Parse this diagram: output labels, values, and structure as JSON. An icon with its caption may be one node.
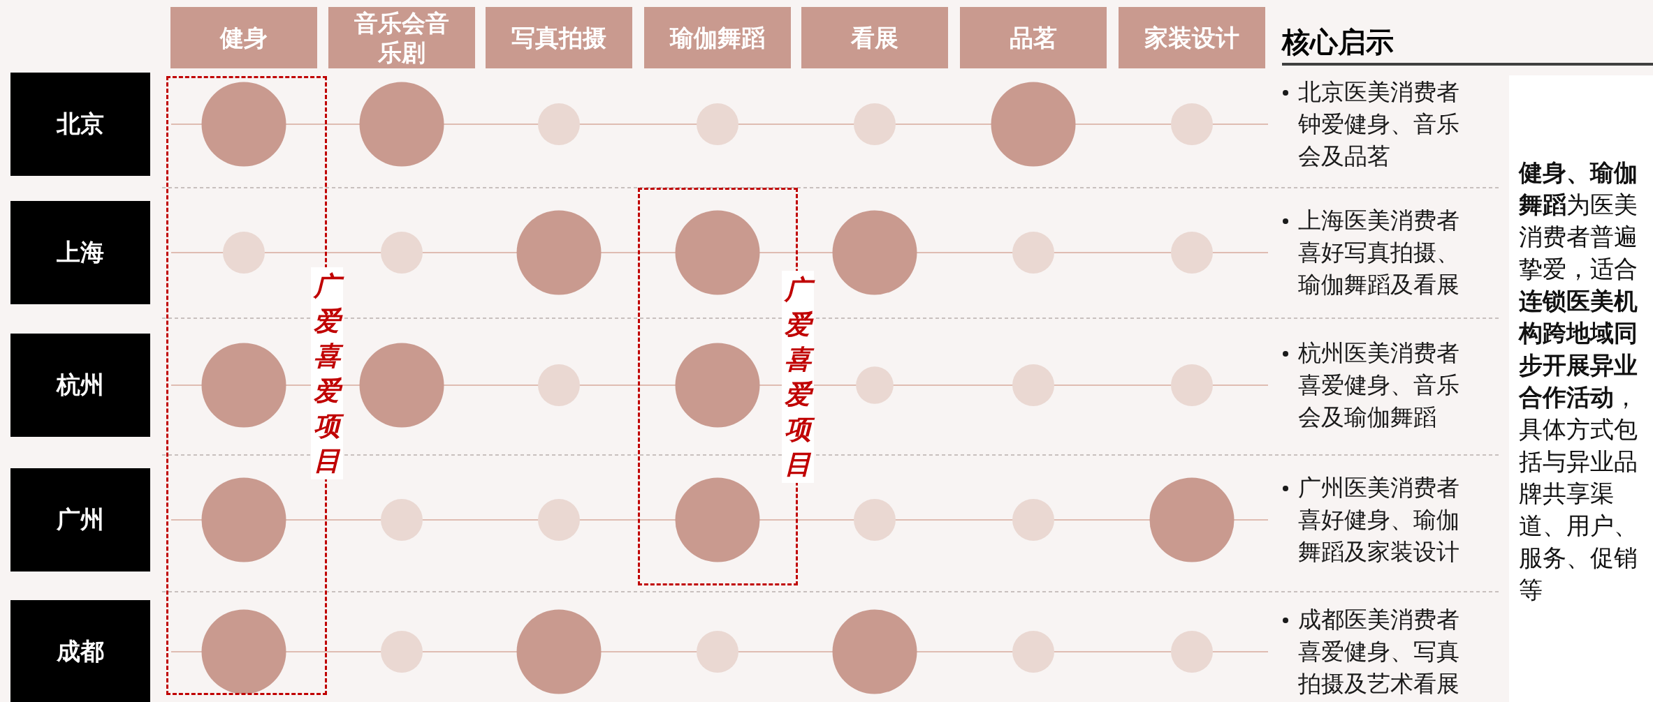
{
  "diagram": {
    "nodes": [
      {
        "text": [
          "广爱喜爱项目"
        ]
      },
      {
        "text": [
          "广爱喜爱项目"
        ]
      }
    ],
    "labels": [
      "健身",
      "音乐会音乐剧",
      "写真拍摄",
      "瑜伽舞蹈",
      "看展",
      "品茗",
      "家装设计",
      "核心启示",
      "北京",
      "北京医美消费者钟爱健身、音乐会及品茗",
      "上海",
      "上海医美消费者喜好写真拍摄、瑜伽舞蹈及看展",
      "杭州",
      "杭州医美消费者喜爱健身、音乐会及瑜伽舞蹈",
      "广州",
      "广州医美消费者喜好健身、瑜伽舞蹈及家装设计",
      "成都",
      "成都医美消费者喜爱健身、写真拍摄及艺术看展",
      "**健身、瑜伽舞蹈**为医美消费者普遍挚爱，适合**连锁医美机构跨地域同步开展异业合作活动**，具体方式包括与异业品牌共享渠道、用户、服务、促销等"
    ]
  }
}
